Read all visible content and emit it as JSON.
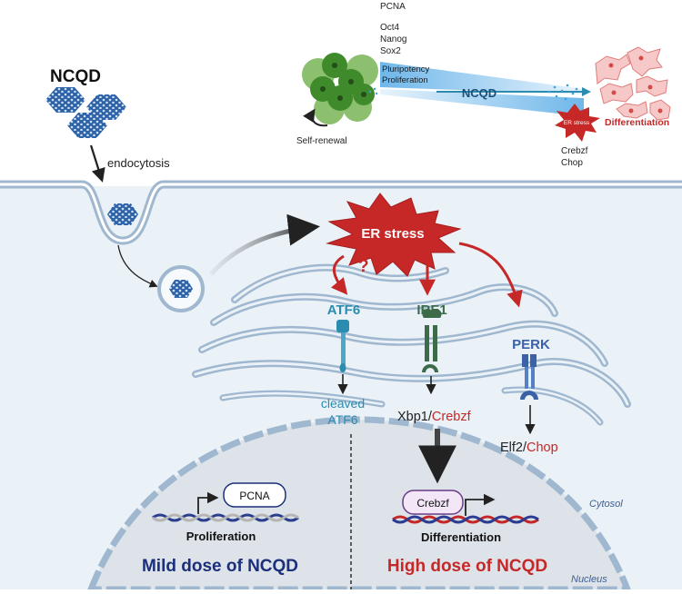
{
  "top": {
    "ncqd_title": "NCQD",
    "endocytosis": "endocytosis",
    "pcna": "PCNA",
    "oct4": "Oct4",
    "nanog": "Nanog",
    "sox2": "Sox2",
    "pluripotency": "Pluripotency",
    "proliferation": "Proliferation",
    "ncqd_arrow": "NCQD",
    "er_stress_small": "ER stress",
    "differentiation": "Differentiation",
    "crebzf": "Crebzf",
    "chop": "Chop",
    "self_renewal": "Self-renewal"
  },
  "cell": {
    "er_stress": "ER stress",
    "question": "?",
    "atf6": "ATF6",
    "ire1": "IRE1",
    "perk": "PERK",
    "cleaved": "cleaved",
    "cleaved_atf6": "ATF6",
    "xbp1": "Xbp1/",
    "xbp1_crebzf": "Crebzf",
    "elf2": "Elf2/",
    "elf2_chop": "Chop",
    "cytosol": "Cytosol",
    "nucleus": "Nucleus"
  },
  "nucleus": {
    "pcna_box": "PCNA",
    "proliferation": "Proliferation",
    "crebzf_box": "Crebzf",
    "differentiation": "Differentiation",
    "mild_dose": "Mild dose of NCQD",
    "high_dose": "High dose of NCQD"
  },
  "colors": {
    "red": "#c62828",
    "teal": "#2b8cb0",
    "navy": "#1b2f7a",
    "green": "#3d6b4a",
    "perk_blue": "#3b62a6",
    "membrane": "#9fb8cf"
  }
}
